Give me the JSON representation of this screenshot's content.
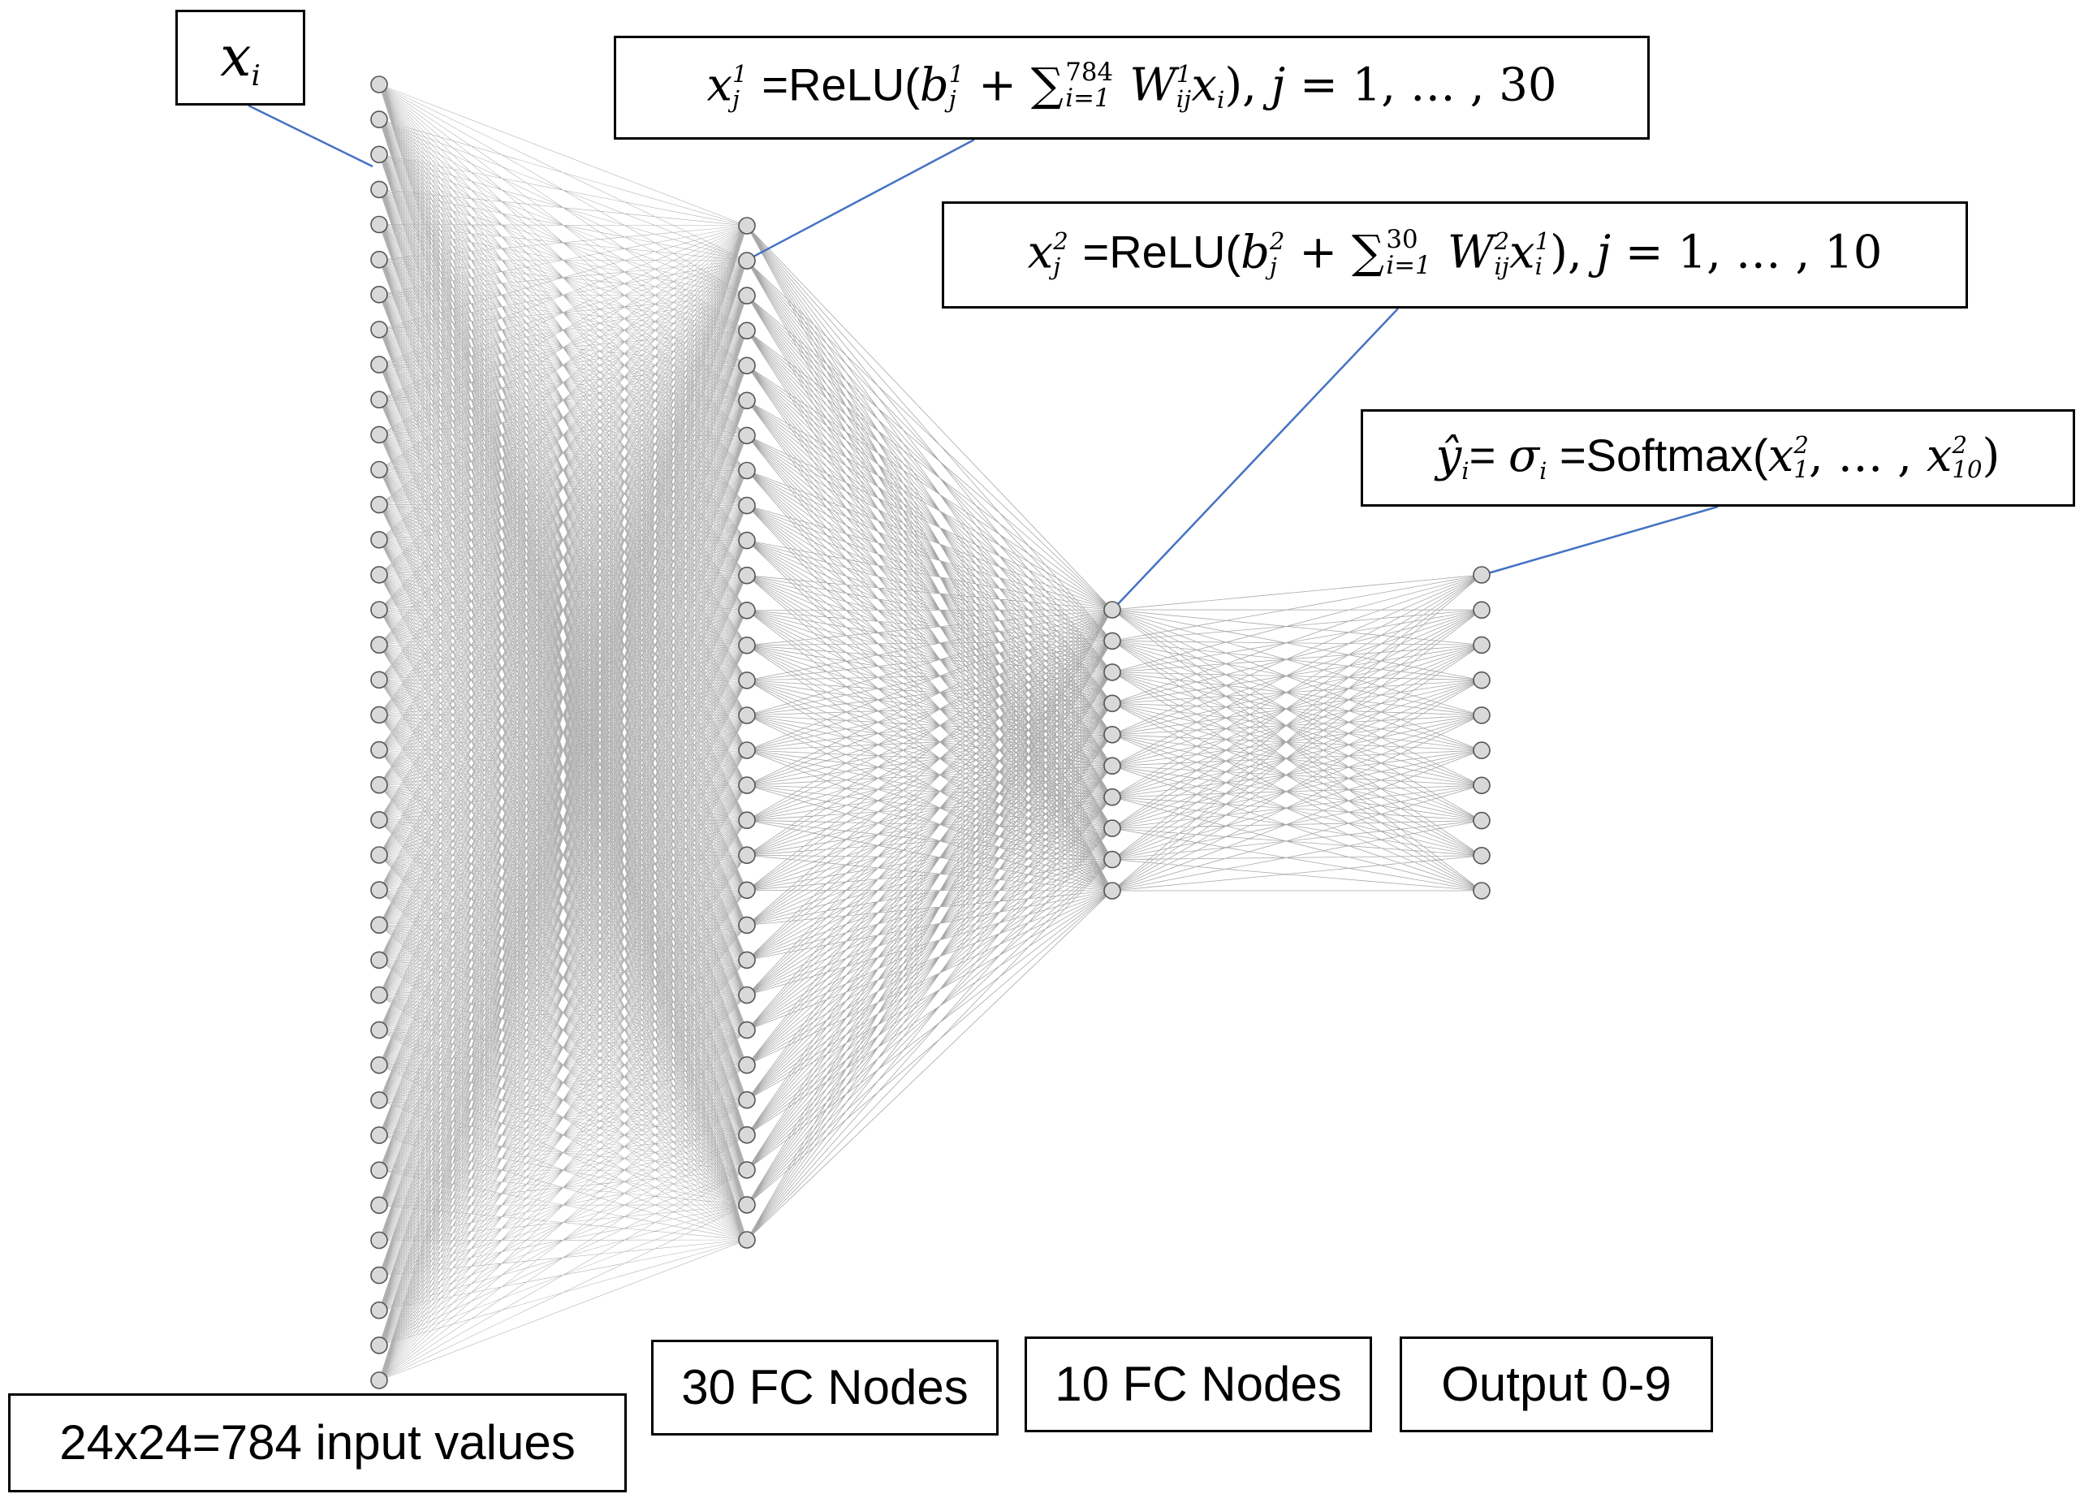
{
  "diagram": {
    "layers": [
      {
        "name": "input",
        "node_count": 38
      },
      {
        "name": "hidden1",
        "node_count": 30
      },
      {
        "name": "hidden2",
        "node_count": 10
      },
      {
        "name": "output",
        "node_count": 10
      }
    ],
    "colors": {
      "node_fill": "#d9d9d9",
      "node_stroke": "#555555",
      "edge": "#6e6e6e",
      "leader_line": "#4472c4",
      "box_border": "#000000"
    }
  },
  "labels": {
    "input_values": "24x24=784 input values",
    "fc30": "30 FC Nodes",
    "fc10": "10 FC Nodes",
    "output": "Output 0-9"
  },
  "equations": {
    "xi": {
      "var": "x",
      "sub": "i"
    },
    "layer1": {
      "lhs_var": "x",
      "lhs_sup": "1",
      "lhs_sub": "j",
      "func": "=ReLU(",
      "b": "b",
      "b_sup": "1",
      "b_sub": "j",
      "plus": " + ∑",
      "sum_upper": "784",
      "sum_lower": "i=1",
      "w": "W",
      "w_sup": "1",
      "w_sub": "ij",
      "x_in": "x",
      "x_in_sub": "i",
      "tail": "), ",
      "j_eq": "j",
      "range": " = 1, … , 30"
    },
    "layer2": {
      "lhs_var": "x",
      "lhs_sup": "2",
      "lhs_sub": "j",
      "func": "=ReLU(",
      "b": "b",
      "b_sup": "2",
      "b_sub": "j",
      "plus": " + ∑",
      "sum_upper": "30",
      "sum_lower": "i=1",
      "w": "W",
      "w_sup": "2",
      "w_sub": "ij",
      "x_in": "x",
      "x_in_sup": "1",
      "x_in_sub": "i",
      "tail": "), ",
      "j_eq": "j",
      "range": " = 1, … , 10"
    },
    "softmax": {
      "yhat": "ŷ",
      "yhat_sub": "i",
      "eq": "= ",
      "sigma": "σ",
      "sigma_sub": "i",
      "func": " =Softmax(",
      "x1": "x",
      "x1_sup": "2",
      "x1_sub": "1",
      "mid": ", … , ",
      "x10": "x",
      "x10_sup": "2",
      "x10_sub": "10",
      "close": ")"
    }
  }
}
